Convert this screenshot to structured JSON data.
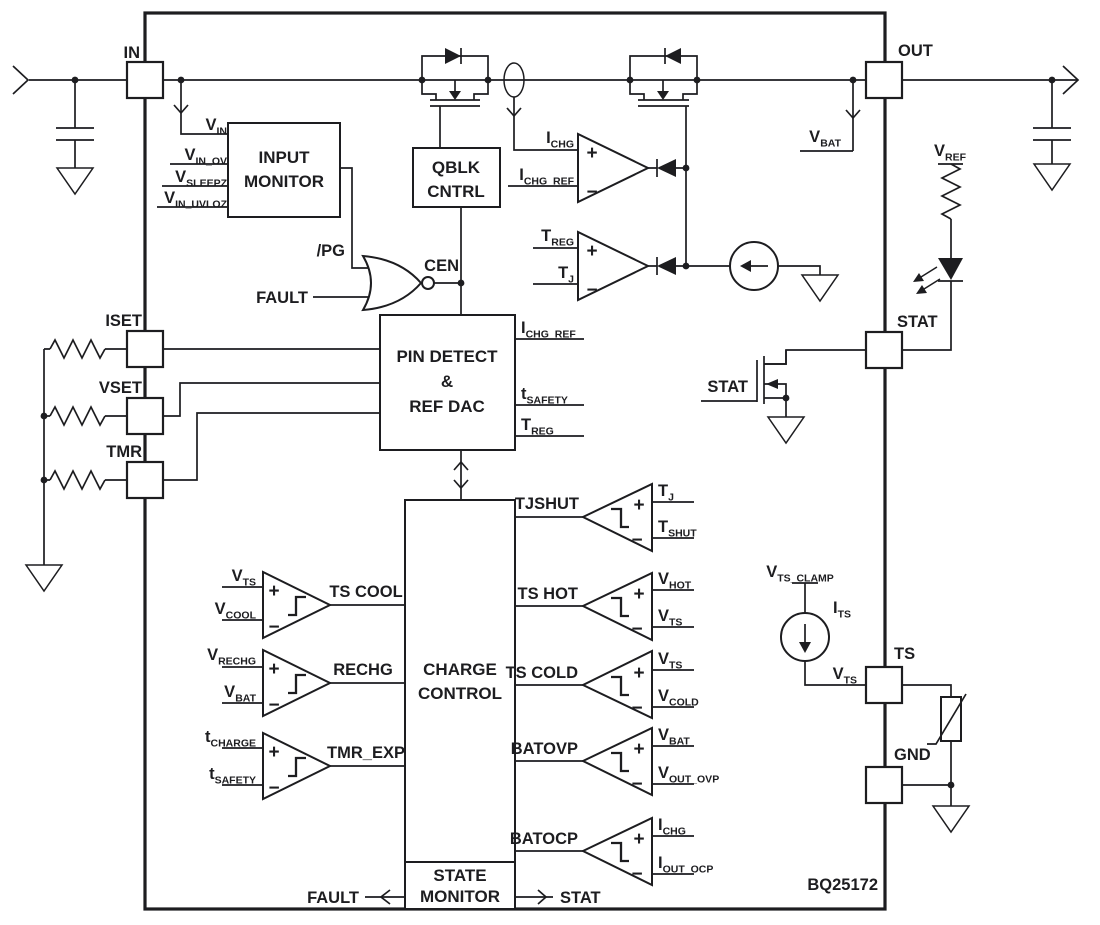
{
  "meta": {
    "part_number": "BQ25172",
    "ink_color": "#1d1d20",
    "background_color": "#ffffff"
  },
  "pins": {
    "in": "IN",
    "out": "OUT",
    "iset": "ISET",
    "vset": "VSET",
    "tmr": "TMR",
    "stat": "STAT",
    "ts": "TS",
    "gnd": "GND"
  },
  "blocks": {
    "input_monitor": {
      "l1": "INPUT",
      "l2": "MONITOR"
    },
    "qblk": {
      "l1": "QBLK",
      "l2": "CNTRL"
    },
    "pin_detect": {
      "l1": "PIN DETECT",
      "l2": "&",
      "l3": "REF DAC"
    },
    "charge_control": {
      "l1": "CHARGE",
      "l2": "CONTROL"
    },
    "state_monitor": {
      "l1": "STATE",
      "l2": "MONITOR"
    }
  },
  "comparators": {
    "tjshut": "TJSHUT",
    "ts_cool": "TS COOL",
    "ts_hot": "TS HOT",
    "rechg": "RECHG",
    "ts_cold": "TS COLD",
    "tmr_exp": "TMR_EXP",
    "batovp": "BATOVP",
    "batocp": "BATOCP",
    "plus": "+",
    "minus": "−"
  },
  "signals": {
    "v_in": {
      "m": "V",
      "s": "IN"
    },
    "v_in_ov": {
      "m": "V",
      "s": "IN_OV"
    },
    "v_sleepz": {
      "m": "V",
      "s": "SLEEPZ"
    },
    "v_in_uvloz": {
      "m": "V",
      "s": "IN_UVLOZ"
    },
    "pg": "/PG",
    "fault": "FAULT",
    "cen": "CEN",
    "stat": "STAT",
    "i_chg": {
      "m": "I",
      "s": "CHG"
    },
    "i_chg_ref": {
      "m": "I",
      "s": "CHG_REF"
    },
    "t_reg": {
      "m": "T",
      "s": "REG"
    },
    "t_j": {
      "m": "T",
      "s": "J"
    },
    "t_shut": {
      "m": "T",
      "s": "SHUT"
    },
    "t_safety": {
      "m": "t",
      "s": "SAFETY"
    },
    "t_charge": {
      "m": "t",
      "s": "CHARGE"
    },
    "v_bat": {
      "m": "V",
      "s": "BAT"
    },
    "v_ref": {
      "m": "V",
      "s": "REF"
    },
    "v_ts": {
      "m": "V",
      "s": "TS"
    },
    "v_cool": {
      "m": "V",
      "s": "COOL"
    },
    "v_hot": {
      "m": "V",
      "s": "HOT"
    },
    "v_rechg": {
      "m": "V",
      "s": "RECHG"
    },
    "v_cold": {
      "m": "V",
      "s": "COLD"
    },
    "v_out_ovp": {
      "m": "V",
      "s": "OUT_OVP"
    },
    "i_out_ocp": {
      "m": "I",
      "s": "OUT_OCP"
    },
    "v_ts_clamp": {
      "m": "V",
      "s": "TS_CLAMP"
    },
    "i_ts": {
      "m": "I",
      "s": "TS"
    }
  }
}
